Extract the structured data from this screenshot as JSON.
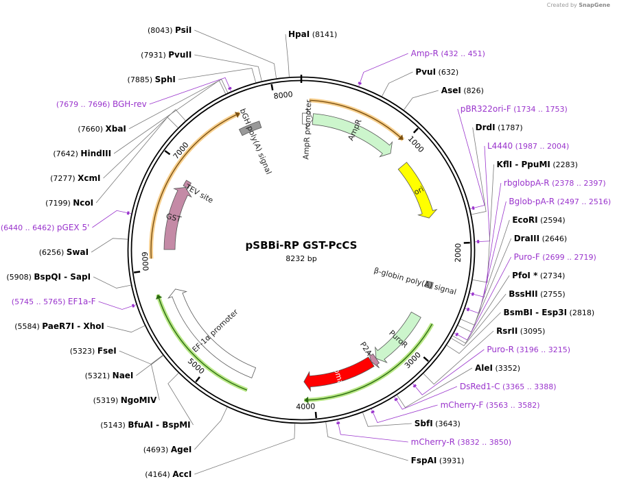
{
  "credit": {
    "text": "Created by",
    "brand": "SnapGene"
  },
  "plasmid": {
    "name": "pSBBi-RP GST-PcCS",
    "length_label": "8232 bp",
    "length": 8232
  },
  "ticks": [
    {
      "bp": 1000,
      "label": "1000"
    },
    {
      "bp": 2000,
      "label": "2000"
    },
    {
      "bp": 3000,
      "label": "3000"
    },
    {
      "bp": 4000,
      "label": "4000"
    },
    {
      "bp": 5000,
      "label": "5000"
    },
    {
      "bp": 6000,
      "label": "6000"
    },
    {
      "bp": 7000,
      "label": "7000"
    },
    {
      "bp": 8000,
      "label": "8000"
    }
  ],
  "features": [
    {
      "name": "AmpR promoter",
      "label": "AmpR promoter",
      "start": 10,
      "end": 115,
      "type": "promoter",
      "color": "#ffffff"
    },
    {
      "name": "AmpR",
      "label": "AmpR",
      "start": 115,
      "end": 975,
      "type": "cds",
      "color": "#ccf5cc"
    },
    {
      "name": "ori",
      "label": "ori",
      "start": 1146,
      "end": 1735,
      "type": "rep_origin",
      "color": "#ffff00"
    },
    {
      "name": "beta-globin polyA",
      "label": "β-globin poly(A) signal",
      "start": 2375,
      "end": 2435,
      "type": "terminator",
      "color": "#999999"
    },
    {
      "name": "PuroR",
      "label": "PuroR",
      "start": 2730,
      "end": 3325,
      "type": "cds",
      "color": "#ccf5cc"
    },
    {
      "name": "P2A",
      "label": "P2A",
      "start": 3325,
      "end": 3383,
      "type": "cds",
      "color": "#c48aa6"
    },
    {
      "name": "dTomato",
      "label": "dTomato",
      "start": 3383,
      "end": 4090,
      "type": "cds",
      "color": "#ff0000"
    },
    {
      "name": "EF-1a promoter",
      "label": "EF-1α promoter",
      "start": 4600,
      "end": 5780,
      "type": "promoter",
      "color": "#ffffff"
    },
    {
      "name": "GST",
      "label": "GST",
      "start": 6180,
      "end": 6825,
      "type": "cds",
      "color": "#c48aa6"
    },
    {
      "name": "TEV site",
      "label": "TEV site",
      "start": 6830,
      "end": 6851,
      "type": "site",
      "color": "#c48aa6"
    },
    {
      "name": "bGH polyA",
      "label": "bGH poly(A) signal",
      "start": 7610,
      "end": 7820,
      "type": "terminator",
      "color": "#999999"
    }
  ],
  "outer_arcs": [
    {
      "start": 70,
      "end": 975,
      "color": "#f0a830",
      "line": "#7a4f10"
    },
    {
      "start": 2730,
      "end": 4090,
      "color": "#7ed321",
      "line": "#2a6a10"
    },
    {
      "start": 4600,
      "end": 5780,
      "color": "#7ed321",
      "line": "#2a6a10"
    },
    {
      "start": 6100,
      "end": 7680,
      "color": "#f0a830",
      "line": "#7a4f10"
    }
  ],
  "labels": [
    {
      "text": "HpaI",
      "pos": "(8141)",
      "kind": "enzyme",
      "bp": 8141,
      "anchor": "start",
      "posFirst": false
    },
    {
      "text": "Amp-R",
      "pos": "(432 .. 451)",
      "kind": "primer",
      "bp": 441,
      "anchor": "start",
      "posFirst": false
    },
    {
      "text": "PvuI",
      "pos": "(632)",
      "kind": "enzyme",
      "bp": 632,
      "anchor": "start",
      "posFirst": false
    },
    {
      "text": "AseI",
      "pos": "(826)",
      "kind": "enzyme",
      "bp": 826,
      "anchor": "start",
      "posFirst": false
    },
    {
      "text": "pBR322ori-F",
      "pos": "(1734 .. 1753)",
      "kind": "primer",
      "bp": 1743,
      "anchor": "start",
      "posFirst": false
    },
    {
      "text": "DrdI",
      "pos": "(1787)",
      "kind": "enzyme",
      "bp": 1787,
      "anchor": "start",
      "posFirst": false
    },
    {
      "text": "L4440",
      "pos": "(1987 .. 2004)",
      "kind": "primer",
      "bp": 1995,
      "anchor": "start",
      "posFirst": false
    },
    {
      "text": "KflI - PpuMI",
      "pos": "(2283)",
      "kind": "enzyme",
      "bp": 2283,
      "anchor": "start",
      "posFirst": false
    },
    {
      "text": "rbglobpA-R",
      "pos": "(2378 .. 2397)",
      "kind": "primer",
      "bp": 2387,
      "anchor": "start",
      "posFirst": false
    },
    {
      "text": "Bglob-pA-R",
      "pos": "(2497 .. 2516)",
      "kind": "primer",
      "bp": 2506,
      "anchor": "start",
      "posFirst": false
    },
    {
      "text": "EcoRI",
      "pos": "(2594)",
      "kind": "enzyme",
      "bp": 2594,
      "anchor": "start",
      "posFirst": false
    },
    {
      "text": "DraIII",
      "pos": "(2646)",
      "kind": "enzyme",
      "bp": 2646,
      "anchor": "start",
      "posFirst": false
    },
    {
      "text": "Puro-F",
      "pos": "(2699 .. 2719)",
      "kind": "primer",
      "bp": 2709,
      "anchor": "start",
      "posFirst": false
    },
    {
      "text": "PfoI *",
      "pos": "(2734)",
      "kind": "enzyme",
      "bp": 2734,
      "anchor": "start",
      "posFirst": false
    },
    {
      "text": "BssHII",
      "pos": "(2755)",
      "kind": "enzyme",
      "bp": 2755,
      "anchor": "start",
      "posFirst": false
    },
    {
      "text": "BsmBI - Esp3I",
      "pos": "(2818)",
      "kind": "enzyme",
      "bp": 2818,
      "anchor": "start",
      "posFirst": false
    },
    {
      "text": "RsrII",
      "pos": "(3095)",
      "kind": "enzyme",
      "bp": 3095,
      "anchor": "start",
      "posFirst": false
    },
    {
      "text": "Puro-R",
      "pos": "(3196 .. 3215)",
      "kind": "primer",
      "bp": 3205,
      "anchor": "start",
      "posFirst": false
    },
    {
      "text": "AleI",
      "pos": "(3352)",
      "kind": "enzyme",
      "bp": 3352,
      "anchor": "start",
      "posFirst": false
    },
    {
      "text": "DsRed1-C",
      "pos": "(3365 .. 3388)",
      "kind": "primer",
      "bp": 3376,
      "anchor": "start",
      "posFirst": false
    },
    {
      "text": "mCherry-F",
      "pos": "(3563 .. 3582)",
      "kind": "primer",
      "bp": 3572,
      "anchor": "start",
      "posFirst": false
    },
    {
      "text": "SbfI",
      "pos": "(3643)",
      "kind": "enzyme",
      "bp": 3643,
      "anchor": "start",
      "posFirst": false
    },
    {
      "text": "mCherry-R",
      "pos": "(3832 .. 3850)",
      "kind": "primer",
      "bp": 3841,
      "anchor": "start",
      "posFirst": false
    },
    {
      "text": "FspAI",
      "pos": "(3931)",
      "kind": "enzyme",
      "bp": 3931,
      "anchor": "start",
      "posFirst": false
    },
    {
      "text": "AccI",
      "pos": "(4164)",
      "kind": "enzyme",
      "bp": 4164,
      "anchor": "end",
      "posFirst": true
    },
    {
      "text": "AgeI",
      "pos": "(4693)",
      "kind": "enzyme",
      "bp": 4693,
      "anchor": "end",
      "posFirst": true
    },
    {
      "text": "BfuAI - BspMI",
      "pos": "(5143)",
      "kind": "enzyme",
      "bp": 5143,
      "anchor": "end",
      "posFirst": true
    },
    {
      "text": "NgoMIV",
      "pos": "(5319)",
      "kind": "enzyme",
      "bp": 5319,
      "anchor": "end",
      "posFirst": true
    },
    {
      "text": "NaeI",
      "pos": "(5321)",
      "kind": "enzyme",
      "bp": 5321,
      "anchor": "end",
      "posFirst": true
    },
    {
      "text": "FseI",
      "pos": "(5323)",
      "kind": "enzyme",
      "bp": 5323,
      "anchor": "end",
      "posFirst": true
    },
    {
      "text": "PaeR7I - XhoI",
      "pos": "(5584)",
      "kind": "enzyme",
      "bp": 5584,
      "anchor": "end",
      "posFirst": true
    },
    {
      "text": "EF1a-F",
      "pos": "(5745 .. 5765)",
      "kind": "primer",
      "bp": 5755,
      "anchor": "end",
      "posFirst": true
    },
    {
      "text": "BspQI - SapI",
      "pos": "(5908)",
      "kind": "enzyme",
      "bp": 5908,
      "anchor": "end",
      "posFirst": true
    },
    {
      "text": "SwaI",
      "pos": "(6256)",
      "kind": "enzyme",
      "bp": 6256,
      "anchor": "end",
      "posFirst": true
    },
    {
      "text": "pGEX 5'",
      "pos": "(6440 .. 6462)",
      "kind": "primer",
      "bp": 6451,
      "anchor": "end",
      "posFirst": true
    },
    {
      "text": "NcoI",
      "pos": "(7199)",
      "kind": "enzyme",
      "bp": 7199,
      "anchor": "end",
      "posFirst": true
    },
    {
      "text": "XcmI",
      "pos": "(7277)",
      "kind": "enzyme",
      "bp": 7277,
      "anchor": "end",
      "posFirst": true
    },
    {
      "text": "HindIII",
      "pos": "(7642)",
      "kind": "enzyme",
      "bp": 7642,
      "anchor": "end",
      "posFirst": true
    },
    {
      "text": "XbaI",
      "pos": "(7660)",
      "kind": "enzyme",
      "bp": 7660,
      "anchor": "end",
      "posFirst": true
    },
    {
      "text": "BGH-rev",
      "pos": "(7679 .. 7696)",
      "kind": "primer",
      "bp": 7688,
      "anchor": "end",
      "posFirst": true
    },
    {
      "text": "SphI",
      "pos": "(7885)",
      "kind": "enzyme",
      "bp": 7885,
      "anchor": "end",
      "posFirst": true
    },
    {
      "text": "PvuII",
      "pos": "(7931)",
      "kind": "enzyme",
      "bp": 7931,
      "anchor": "end",
      "posFirst": true
    },
    {
      "text": "PsiI",
      "pos": "(8043)",
      "kind": "enzyme",
      "bp": 8043,
      "anchor": "end",
      "posFirst": true
    }
  ],
  "colors": {
    "enzyme": "#000000",
    "primer": "#9933cc",
    "connector": "#777777",
    "backbone": "#000000"
  }
}
